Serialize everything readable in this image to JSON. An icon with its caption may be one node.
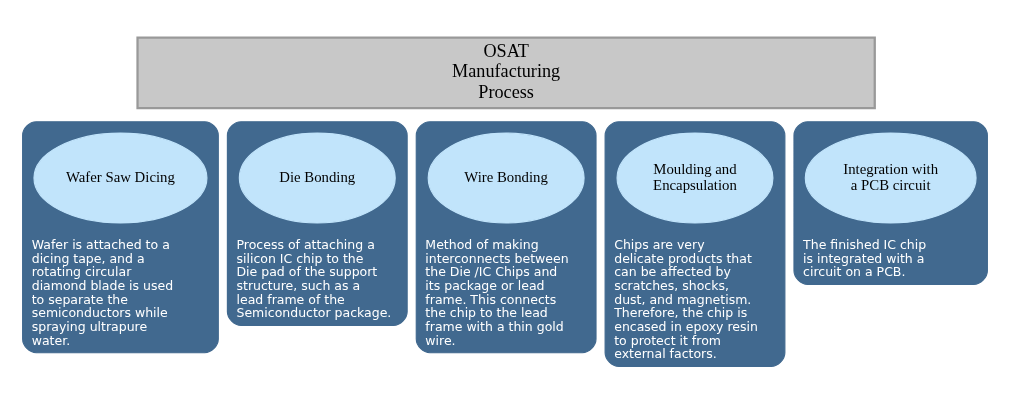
{
  "diagram": {
    "nodes": [
      {
        "text": [
          "OSAT Manufacturing Process"
        ]
      },
      {
        "text": [
          "Wafer is attached to a dicing tape, and a rotating circular diamond blade is used to separate the semiconductors while spraying ultrapure water."
        ]
      },
      {
        "text": [
          "Wafer Saw Dicing"
        ],
        "in": 1
      },
      {
        "text": [
          "Process of attaching a silicon IC chip to the Die pad of the support structure, such as a lead frame of the Semiconductor package."
        ]
      },
      {
        "text": [
          "Die Bonding"
        ],
        "in": 3
      },
      {
        "text": [
          "Method of making interconnects between the Die /IC Chips and its package or lead frame. This connects the chip to the lead frame with a thin gold wire."
        ]
      },
      {
        "text": [
          "Wire Bonding"
        ],
        "in": 5
      },
      {
        "text": [
          "Chips are very delicate products that can be affected by scratches, shocks, dust, and magnetism. Therefore, the chip is encased in epoxy resin to protect it from external factors."
        ]
      },
      {
        "text": [
          "Moulding and Encapsulation"
        ],
        "in": 7
      },
      {
        "text": [
          "The finished IC chip is integrated with a circuit on a PCB."
        ]
      },
      {
        "text": [
          "Integration with a PCB circuit"
        ],
        "in": 9
      }
    ],
    "edges": []
  }
}
